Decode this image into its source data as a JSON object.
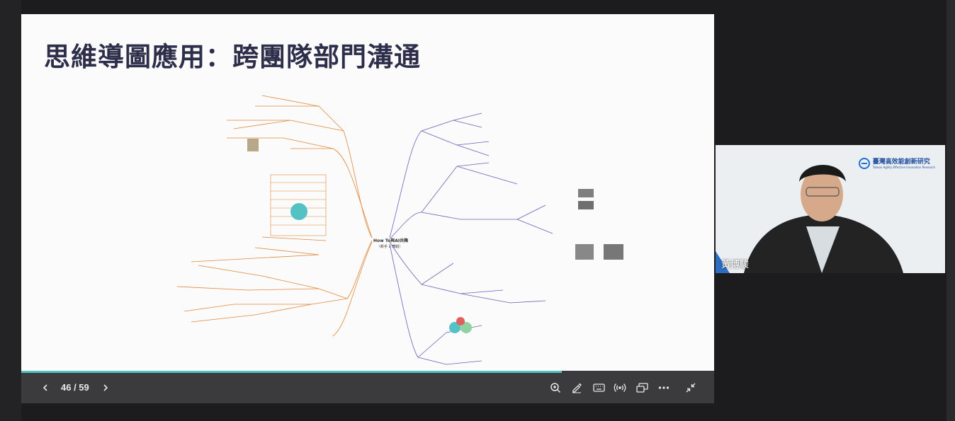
{
  "slide": {
    "title": "思維導圖應用：跨團隊部門溝通",
    "mindmap_center": "How To與AI共舞\n（新手 a 舞蹈）"
  },
  "controls": {
    "prev_icon": "chevron-left-icon",
    "next_icon": "chevron-right-icon",
    "page_counter": "46 / 59",
    "current_page": 46,
    "total_pages": 59,
    "tools": [
      "zoom-in-icon",
      "pen-icon",
      "keyboard-icon",
      "broadcast-icon",
      "screen-share-icon",
      "more-icon",
      "exit-fullscreen-icon"
    ]
  },
  "progress": {
    "fraction": 0.78,
    "color": "#54c1c4"
  },
  "video": {
    "presenter_name": "黃博駿",
    "brand_name": "臺灣高效能創新研究",
    "brand_sub": "Taiwan Agility Effective Innovation Research"
  },
  "colors": {
    "title": "#2c2e4a",
    "accent_teal": "#54c1c4",
    "branch_orange": "#e0863a",
    "branch_purple": "#6b5fb5"
  }
}
